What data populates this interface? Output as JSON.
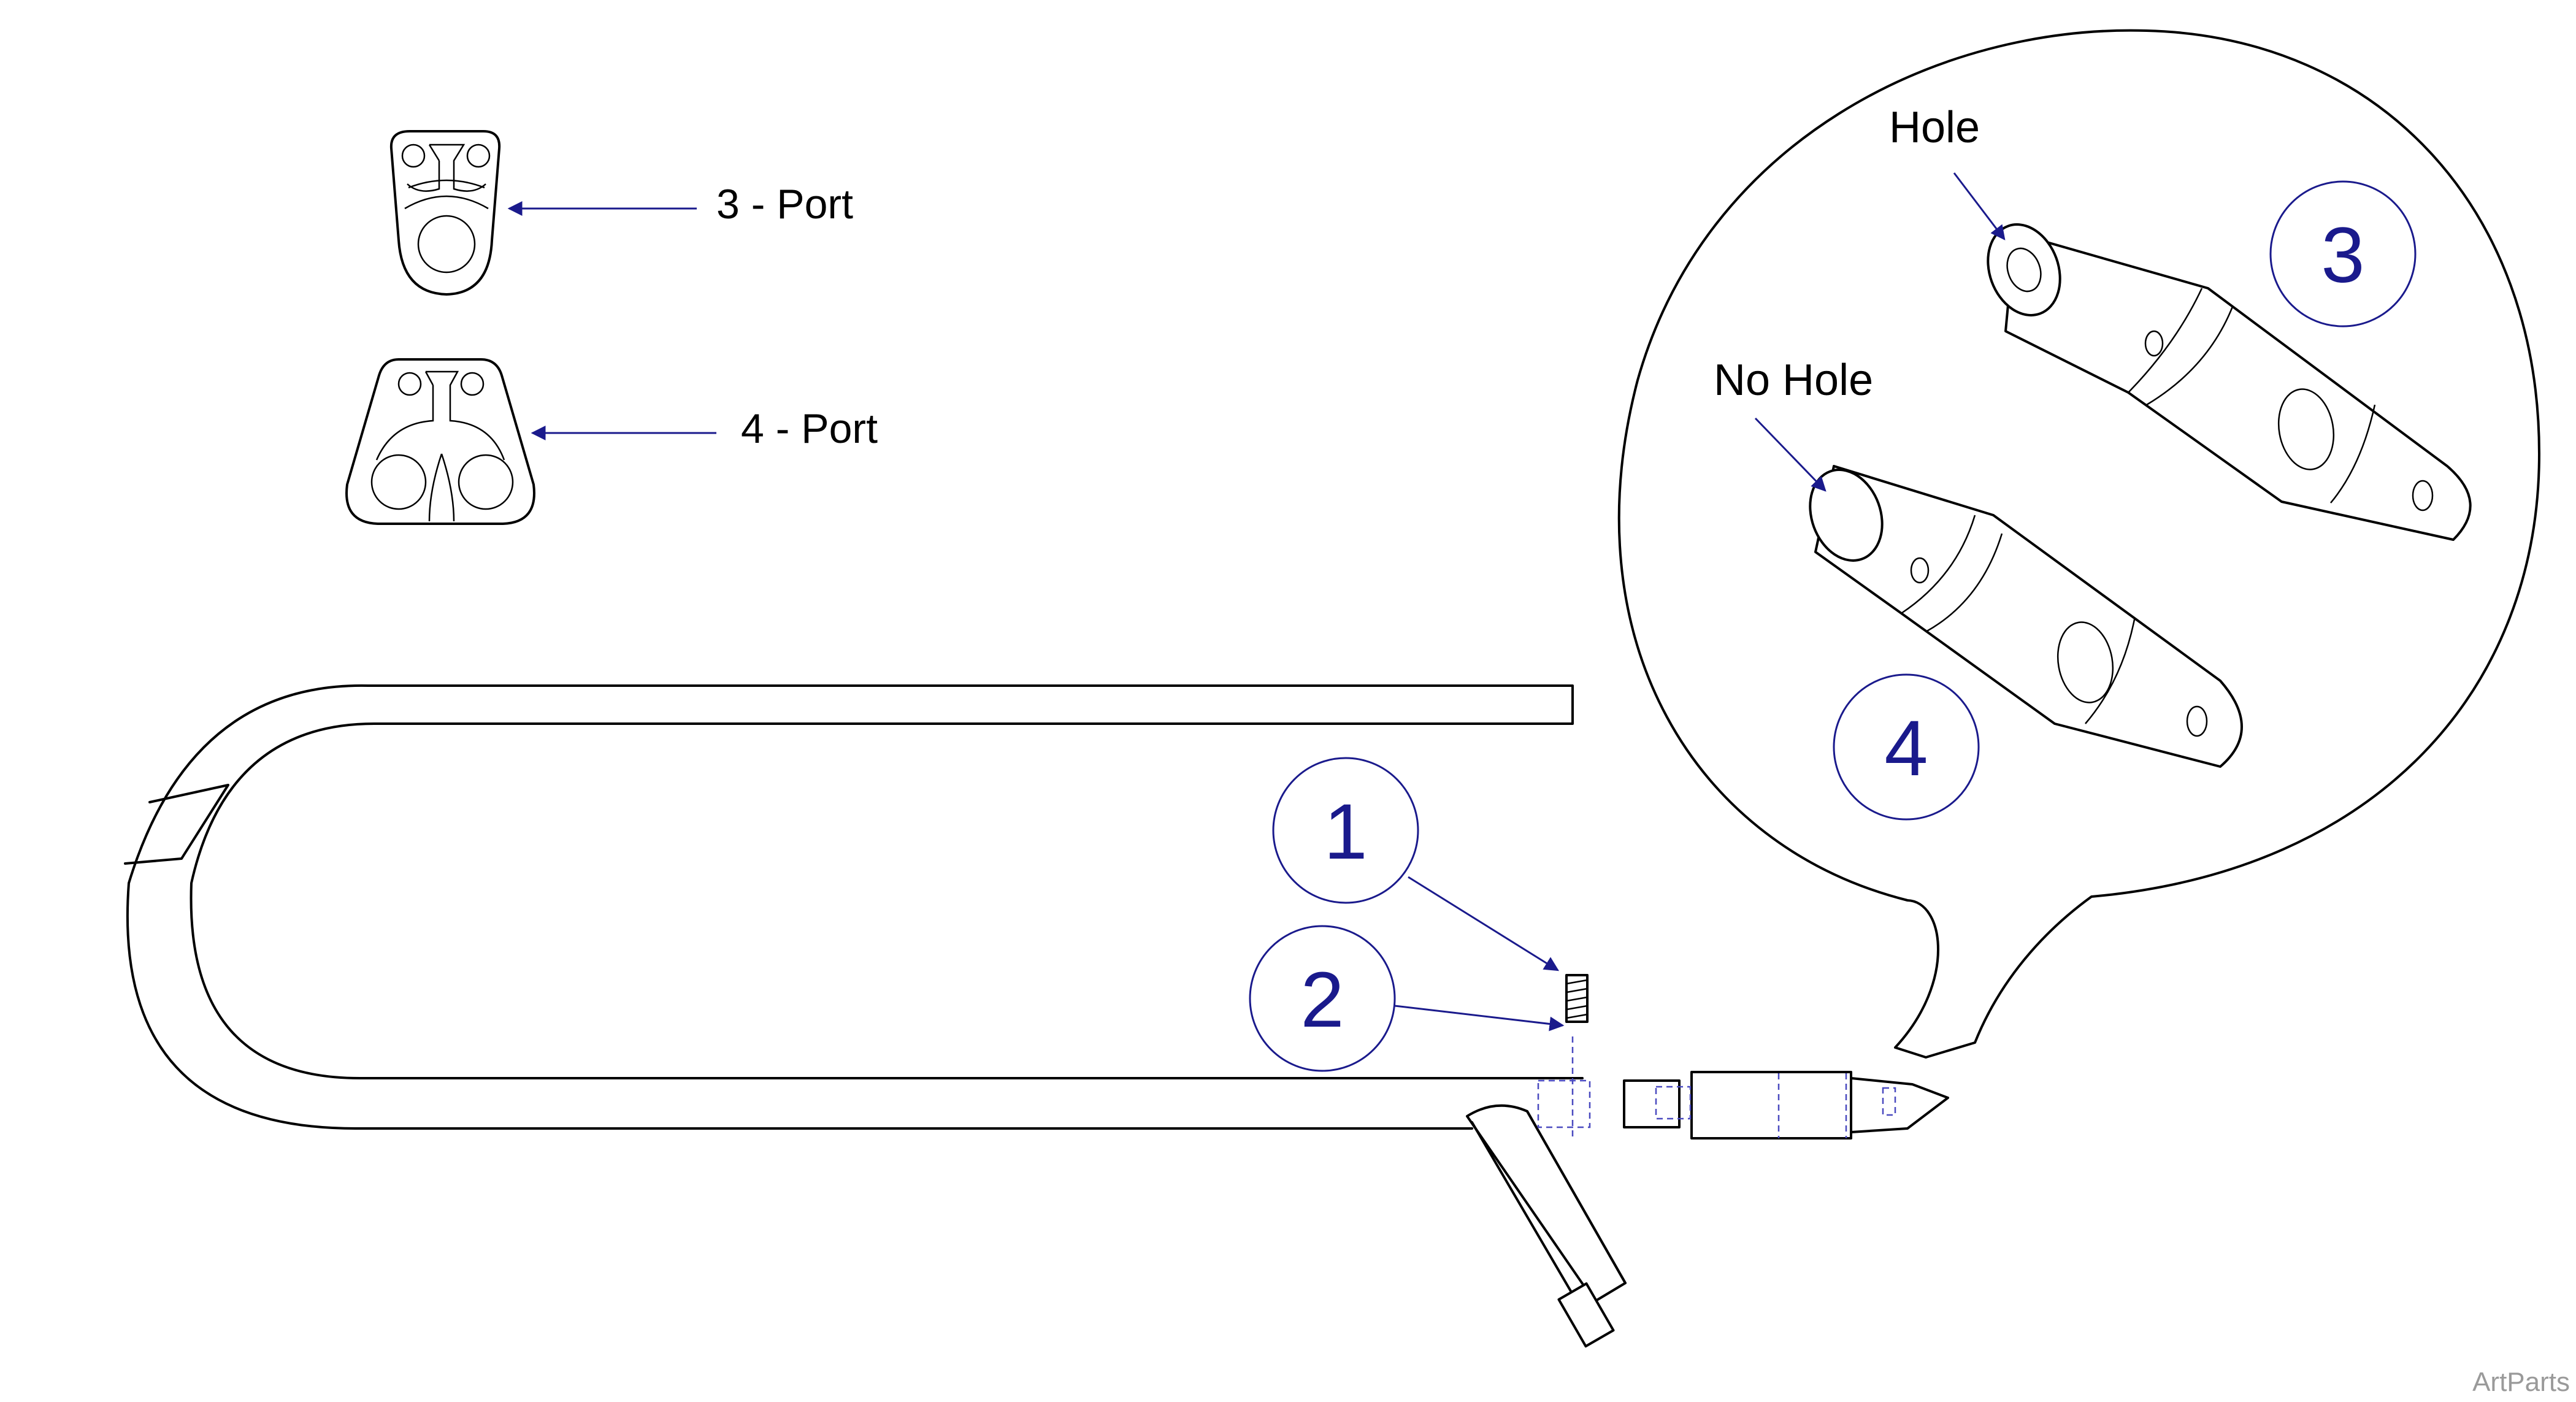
{
  "labels": {
    "port3": "3 - Port",
    "port4": "4 - Port",
    "hole": "Hole",
    "no_hole": "No Hole"
  },
  "callouts": {
    "c1": "1",
    "c2": "2",
    "c3": "3",
    "c4": "4"
  },
  "watermark": "ArtParts",
  "colors": {
    "callout": "#1a1a8c",
    "line": "#000000",
    "watermark": "#9a9a9a"
  }
}
